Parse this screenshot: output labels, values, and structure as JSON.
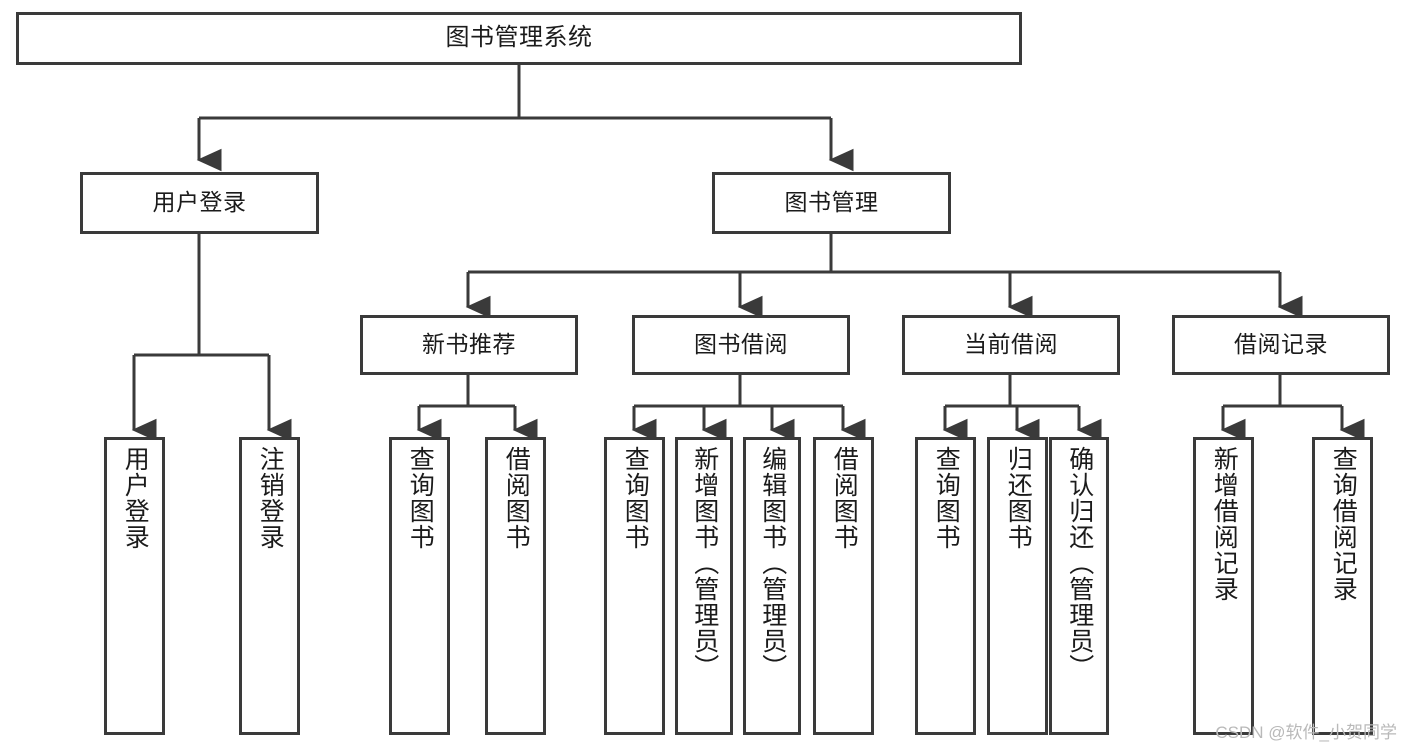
{
  "diagram": {
    "title": "图书管理系统",
    "watermark": "CSDN @软件_小贺同学",
    "colors": {
      "background": "#ffffff",
      "stroke": "#3a3a3a",
      "text": "#1b1b1b",
      "watermark": "#b9b9b9"
    },
    "root": {
      "label": "图书管理系统"
    },
    "level1": [
      {
        "label": "用户登录"
      },
      {
        "label": "图书管理"
      }
    ],
    "level2": [
      {
        "label": "新书推荐"
      },
      {
        "label": "图书借阅"
      },
      {
        "label": "当前借阅"
      },
      {
        "label": "借阅记录"
      }
    ],
    "leaves": {
      "user_login": [
        {
          "label": "用户登录"
        },
        {
          "label": "注销登录"
        }
      ],
      "new_book_recommend": [
        {
          "label": "查询图书"
        },
        {
          "label": "借阅图书"
        }
      ],
      "book_borrow": [
        {
          "label": "查询图书"
        },
        {
          "label": "新增图书（管理员）"
        },
        {
          "label": "编辑图书（管理员）"
        },
        {
          "label": "借阅图书"
        }
      ],
      "current_borrow": [
        {
          "label": "查询图书"
        },
        {
          "label": "归还图书"
        },
        {
          "label": "确认归还（管理员）"
        }
      ],
      "borrow_record": [
        {
          "label": "新增借阅记录"
        },
        {
          "label": "查询借阅记录"
        }
      ]
    }
  }
}
